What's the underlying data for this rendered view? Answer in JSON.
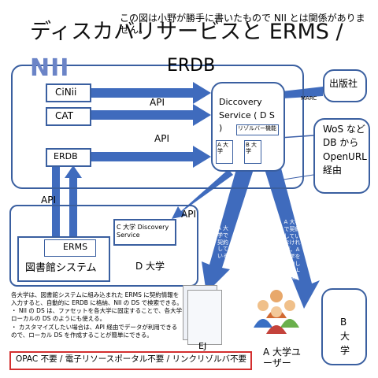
{
  "title": "ディスカバリサービスと ERMS /",
  "note": "この図は小野が勝手に書いたもので NII とは関係がありません。",
  "nii_logo": "NII",
  "erdb_title": "ERDB",
  "cinii": "CiNii",
  "cat": "CAT",
  "erdb": "ERDB",
  "discovery_service": "Diccovery Service ( D S )",
  "resolver": "リゾルバー機能",
  "univ_a": "A 大学",
  "univ_b": "B 大学",
  "publisher": "出版社",
  "marc": "MARC",
  "wos": "WoS など DB から OpenURL 経由",
  "api": [
    "API",
    "API",
    "API",
    "API"
  ],
  "c_univ_ds": "C 大学 Discovery Service",
  "erms": "ERMS",
  "library_system": "図書館システム",
  "d_univ": "D 大学",
  "arrow_a_text": "A 大学で契約している",
  "arrow_b_text": "A 大学で契約していなければ、A 大学を経由して ILL 依頼",
  "b_univ_user": "B 大学",
  "a_univ_user": "A 大学ユーザー",
  "ej": "EJ",
  "bullets": [
    "各大学は、図書館システムに組み込まれた ERMS に契約情報を入力すると、自動的に ERDB に格納、NII の DS で検索できる。",
    "・ NII の DS は、ファセットを各大学に固定することで、各大学ローカルの DS のようにも使える。",
    "・ カスタマイズしたい場合は、API 経由でデータが利用できるので、ローカル DS を作成することが簡単にできる。"
  ],
  "footer": "OPAC 不要 / 電子リソースポータル不要 / リンクリゾルバ不要"
}
